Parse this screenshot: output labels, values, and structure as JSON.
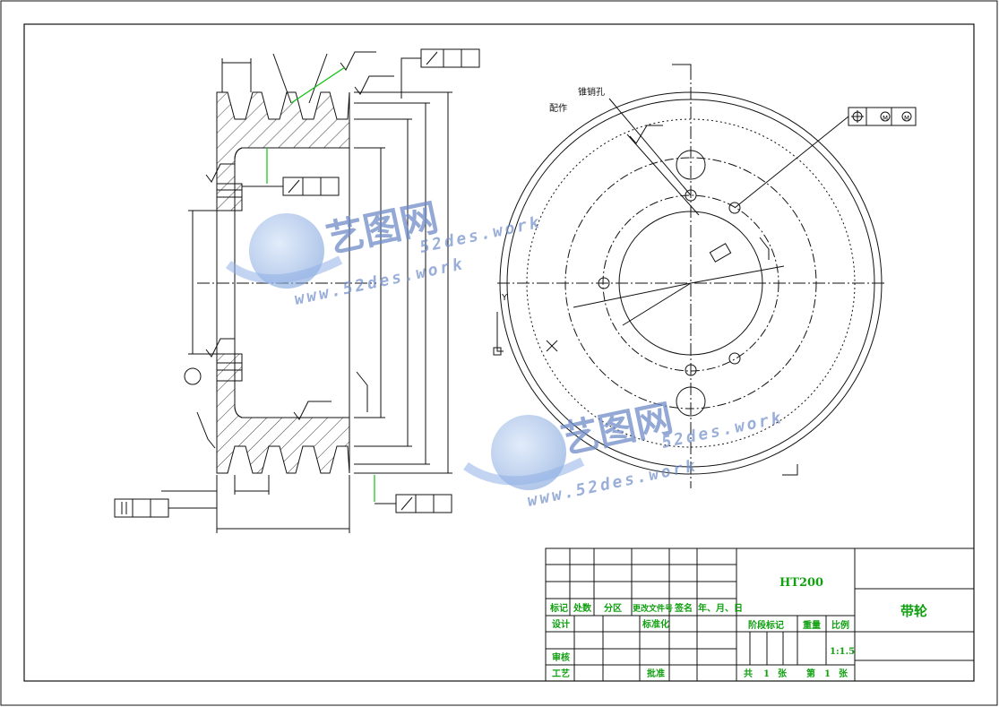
{
  "drawing": {
    "material": "HT200",
    "part_name": "带轮",
    "scale_value": "1:1.5",
    "sheet_info": {
      "total_label": "共",
      "total": "1",
      "total_unit": "张",
      "page_label": "第",
      "page": "1",
      "page_unit": "张"
    }
  },
  "title_block": {
    "row_headers": [
      "标记",
      "处数",
      "分区",
      "更改文件号",
      "签名",
      "年、月、日"
    ],
    "roles": {
      "design": "设计",
      "standardize": "标准化",
      "review": "审核",
      "process": "工艺",
      "approve": "批准"
    },
    "stage_mark": "阶段标记",
    "weight": "重量",
    "scale": "比例"
  },
  "annotations": {
    "taper_pin_hole": "锥销孔",
    "match_drill": "配作"
  },
  "view_labels": {
    "x_mark": "X",
    "y_mark": "Y"
  },
  "watermark": {
    "brand": "艺图网",
    "url_top": "52des.work",
    "url_bottom": "www.52des.work"
  },
  "colors": {
    "line": "#111111",
    "accent_green": "#10c010",
    "watermark": "#6f8cc8"
  }
}
